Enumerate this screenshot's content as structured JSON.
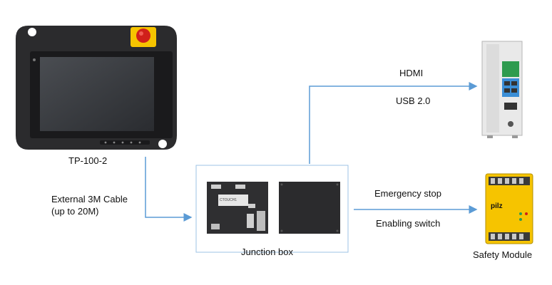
{
  "pendant": {
    "label": "TP-100-2"
  },
  "cable": {
    "line1": "External 3M Cable",
    "line2": "(up to 20M)"
  },
  "junction": {
    "label": "Junction box",
    "device_text": "CTOUCH1"
  },
  "ipc_links": {
    "hdmi": "HDMI",
    "usb": "USB 2.0"
  },
  "safety_links": {
    "estop": "Emergency stop",
    "enable": "Enabling switch"
  },
  "safety_module": {
    "label": "Safety Module",
    "brand": "pilz"
  },
  "colors": {
    "connector": "#5b9bd5",
    "box_border": "#9ec3e6",
    "safety_yellow": "#f6c400",
    "estop_red": "#d0201a"
  }
}
